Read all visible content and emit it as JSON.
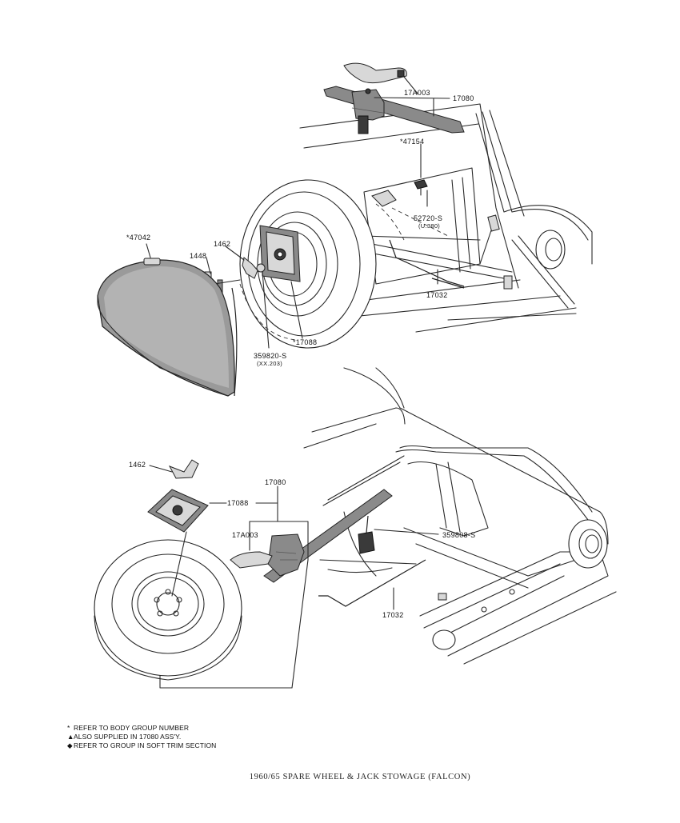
{
  "diagram": {
    "caption": "1960/65 SPARE WHEEL & JACK STOWAGE (FALCON)",
    "upper_view": {
      "labels": [
        {
          "id": "jack-handle-top",
          "text": "17A003"
        },
        {
          "id": "jack-assy-top",
          "text": "17080"
        },
        {
          "id": "bracket-47154",
          "text": "*47154"
        },
        {
          "id": "bolt-52720",
          "text": "52720-S",
          "sub": "(U.380)"
        },
        {
          "id": "wrench-top",
          "text": "17032"
        },
        {
          "id": "cover-47042",
          "text": "*47042"
        },
        {
          "id": "clamp-1448",
          "text": "1448"
        },
        {
          "id": "wingnut-1462-top",
          "text": "1462"
        },
        {
          "id": "nut-359820",
          "text": "359820-S",
          "sub": "(XX.203)"
        },
        {
          "id": "clamp-plate-top",
          "text": "*17088"
        }
      ]
    },
    "lower_view": {
      "labels": [
        {
          "id": "wingnut-1462-bottom",
          "text": "1462"
        },
        {
          "id": "jack-assy-bottom",
          "text": "17080"
        },
        {
          "id": "clamp-plate-bottom",
          "text": "17088"
        },
        {
          "id": "jack-handle-bottom",
          "text": "17A003"
        },
        {
          "id": "screw-359808",
          "text": "359808-S"
        },
        {
          "id": "wrench-bottom",
          "text": "17032"
        }
      ]
    },
    "notes": [
      {
        "symbol": "*",
        "text": "REFER TO BODY GROUP NUMBER"
      },
      {
        "symbol": "▲",
        "text": "ALSO SUPPLIED IN 17080 ASS'Y."
      },
      {
        "symbol": "◆",
        "text": "REFER TO GROUP IN SOFT TRIM SECTION"
      }
    ]
  }
}
